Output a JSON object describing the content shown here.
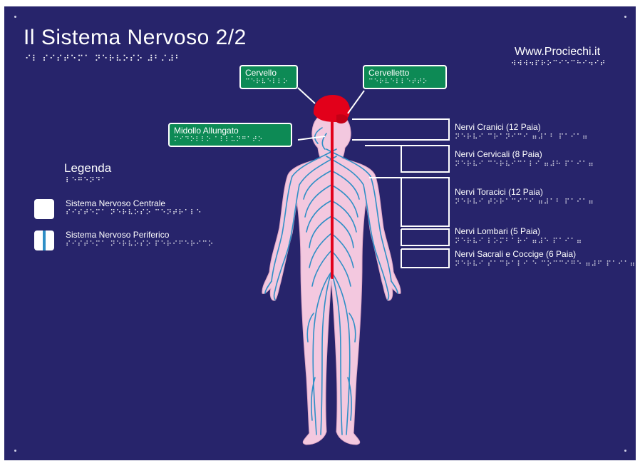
{
  "header": {
    "title": "Il Sistema Nervoso 2/2",
    "title_braille": "⠊⠇ ⠎⠊⠎⠞⠑⠍⠁ ⠝⠑⠗⠧⠕⠎⠕ ⠼⠃⠌⠼⠃",
    "website": "Www.Prociechi.it",
    "website_braille": "⠺⠺⠺⠲⠏⠗⠕⠉⠊⠑⠉⠓⠊⠲⠊⠞"
  },
  "legend": {
    "title": "Legenda",
    "title_braille": "⠇⠑⠛⠑⠝⠙⠁",
    "items": [
      {
        "label": "Sistema Nervoso Centrale",
        "braille": "⠎⠊⠎⠞⠑⠍⠁ ⠝⠑⠗⠧⠕⠎⠕ ⠉⠑⠝⠞⠗⠁⠇⠑",
        "color": "#ffffff"
      },
      {
        "label": "Sistema Nervoso Periferico",
        "braille": "⠎⠊⠎⠞⠑⠍⠁ ⠝⠑⠗⠧⠕⠎⠕ ⠏⠑⠗⠊⠋⠑⠗⠊⠉⠕",
        "color": "#2f8fc6"
      }
    ]
  },
  "callouts": [
    {
      "label": "Cervello",
      "braille": "⠉⠑⠗⠧⠑⠇⠇⠕"
    },
    {
      "label": "Cervelletto",
      "braille": "⠉⠑⠗⠧⠑⠇⠇⠑⠞⠞⠕"
    },
    {
      "label": "Midollo Allungato",
      "braille": "⠍⠊⠙⠕⠇⠇⠕ ⠁⠇⠇⠥⠝⠛⠁⠞⠕"
    }
  ],
  "nerve_groups": [
    {
      "label": "Nervi Cranici (12 Paia)",
      "braille": "⠝⠑⠗⠧⠊ ⠉⠗⠁⠝⠊⠉⠊ ⠶⠼⠁⠃ ⠏⠁⠊⠁⠶"
    },
    {
      "label": "Nervi Cervicali (8 Paia)",
      "braille": "⠝⠑⠗⠧⠊ ⠉⠑⠗⠧⠊⠉⠁⠇⠊ ⠶⠼⠓ ⠏⠁⠊⠁⠶"
    },
    {
      "label": "Nervi Toracici (12 Paia)",
      "braille": "⠝⠑⠗⠧⠊ ⠞⠕⠗⠁⠉⠊⠉⠊ ⠶⠼⠁⠃ ⠏⠁⠊⠁⠶"
    },
    {
      "label": "Nervi Lombari (5 Paia)",
      "braille": "⠝⠑⠗⠧⠊ ⠇⠕⠍⠃⠁⠗⠊ ⠶⠼⠑ ⠏⠁⠊⠁⠶"
    },
    {
      "label": "Nervi Sacrali e Coccige (6 Paia)",
      "braille": "⠝⠑⠗⠧⠊ ⠎⠁⠉⠗⠁⠇⠊ ⠑ ⠉⠕⠉⠉⠊⠛⠑ ⠶⠼⠋ ⠏⠁⠊⠁⠶"
    }
  ],
  "colors": {
    "background": "#27246b",
    "callout_green": "#0d8a55",
    "central_red": "#e2001a",
    "peripheral_blue": "#2f8fc6",
    "body_pink": "#f3c8df"
  }
}
